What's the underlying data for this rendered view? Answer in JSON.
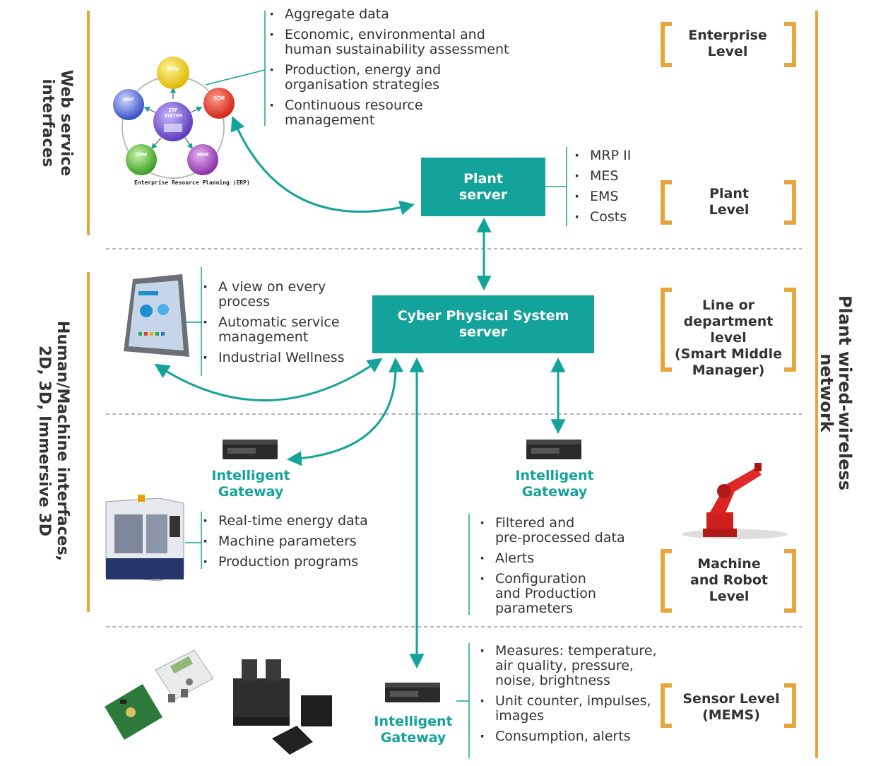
{
  "side_labels": {
    "web_service": "Web service\ninterfaces",
    "hmi": "Human/Machine interfaces,\n2D, 3D, Immersive 3D",
    "network": "Plant wired-wireless network"
  },
  "levels": {
    "enterprise": "Enterprise\nLevel",
    "plant": "Plant\nLevel",
    "line": "Line or\ndepartment level\n(Smart Middle\nManager)",
    "machine": "Machine\nand Robot\nLevel",
    "sensor": "Sensor Level\n(MEMS)"
  },
  "servers": {
    "plant": "Plant\nserver",
    "cps": "Cyber Physical System\nserver"
  },
  "gateway_label": "Intelligent\nGateway",
  "erp": {
    "caption": "Enterprise Resource Planning (ERP)",
    "center": "ERP\nSYSTEM",
    "modules": [
      "PRM",
      "SCM",
      "HRM",
      "CRM",
      "MRP"
    ]
  },
  "enterprise_bullets": [
    "Aggregate data",
    "Economic, environmental and\nhuman sustainability assessment",
    "Production, energy and\norganisation strategies",
    "Continuous resource\nmanagement"
  ],
  "plant_bullets": [
    "MRP II",
    "MES",
    "EMS",
    "Costs"
  ],
  "line_bullets": [
    "A view on every\nprocess",
    "Automatic service\nmanagement",
    "Industrial Wellness"
  ],
  "machine_left_bullets": [
    "Real-time energy data",
    "Machine parameters",
    "Production programs"
  ],
  "machine_right_bullets": [
    "Filtered and\npre-processed data",
    "Alerts",
    "Configuration\nand Production\nparameters"
  ],
  "sensor_bullets": [
    "Measures: temperature,\nair quality, pressure,\nnoise, brightness",
    "Unit counter, impulses,\nimages",
    "Consumption, alerts"
  ],
  "colors": {
    "teal": "#13a39b",
    "orange": "#e6a63c",
    "text": "#333333",
    "dashed": "#888888"
  }
}
